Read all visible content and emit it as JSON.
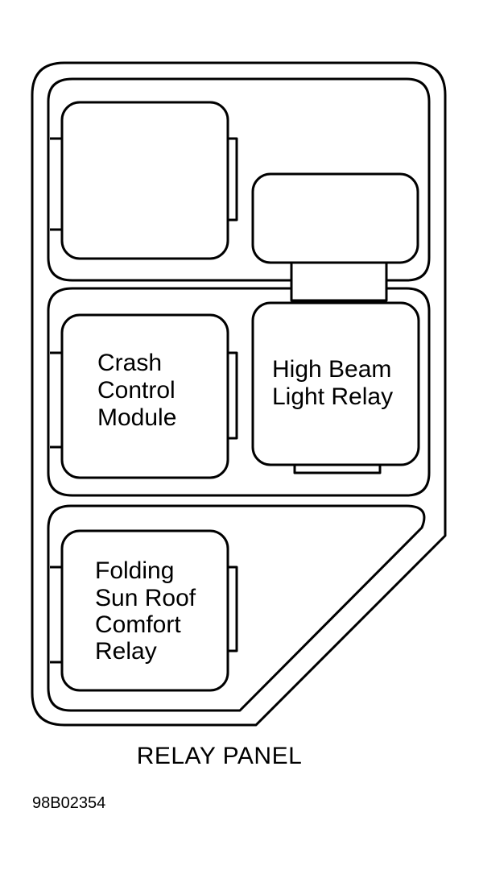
{
  "diagram": {
    "caption": "RELAY PANEL",
    "figure_id": "98B02354",
    "relays": {
      "top_left": {
        "lines": []
      },
      "top_right": {
        "lines": []
      },
      "crash_control_module": {
        "lines": [
          "Crash",
          "Control",
          "Module"
        ]
      },
      "high_beam_light_relay": {
        "lines": [
          "High Beam",
          "Light Relay"
        ]
      },
      "folding_sun_roof_comfort_relay": {
        "lines": [
          "Folding",
          "Sun Roof",
          "Comfort",
          "Relay"
        ]
      }
    }
  }
}
